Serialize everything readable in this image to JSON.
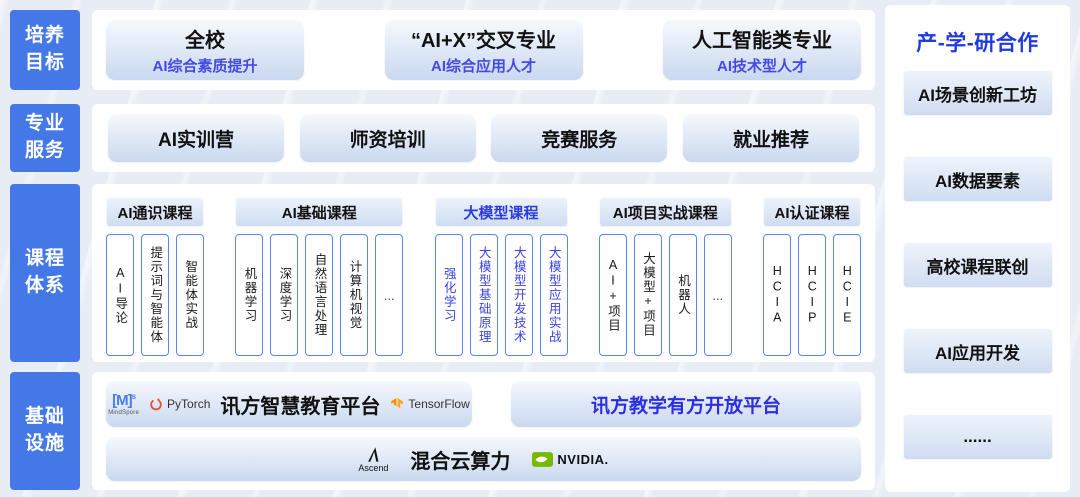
{
  "sidebar": {
    "sections": [
      {
        "label": "培养\n目标"
      },
      {
        "label": "专业\n服务"
      },
      {
        "label": "课程\n体系"
      },
      {
        "label": "基础\n设施"
      }
    ]
  },
  "goals": {
    "items": [
      {
        "title": "全校",
        "subtitle": "AI综合素质提升"
      },
      {
        "title": "“AI+X”交叉专业",
        "subtitle": "AI综合应用人才"
      },
      {
        "title": "人工智能类专业",
        "subtitle": "AI技术型人才"
      }
    ]
  },
  "services": {
    "items": [
      {
        "label": "AI实训营"
      },
      {
        "label": "师资培训"
      },
      {
        "label": "竞赛服务"
      },
      {
        "label": "就业推荐"
      }
    ]
  },
  "curriculum": {
    "groups": [
      {
        "header": "AI通识课程",
        "highlight": false,
        "courses": [
          "AI导论",
          "提示词与智能体",
          "智能体实战"
        ]
      },
      {
        "header": "AI基础课程",
        "highlight": false,
        "courses": [
          "机器学习",
          "深度学习",
          "自然语言处理",
          "计算机视觉",
          "..."
        ]
      },
      {
        "header": "大模型课程",
        "highlight": true,
        "courses": [
          "强化学习",
          "大模型基础原理",
          "大模型开发技术",
          "大模型应用实战"
        ]
      },
      {
        "header": "AI项目实战课程",
        "highlight": false,
        "courses": [
          "AI+项目",
          "大模型+项目",
          "机器人",
          "..."
        ]
      },
      {
        "header": "AI认证课程",
        "highlight": false,
        "courses": [
          "HCIA",
          "HCIP",
          "HCIE"
        ]
      }
    ]
  },
  "infrastructure": {
    "smart_platform": {
      "label": "讯方智慧教育平台",
      "mindspore": {
        "mark": "[M]",
        "sup": "s",
        "label": "MindSpore"
      },
      "pytorch": {
        "label": "PyTorch"
      },
      "tensorflow": {
        "label": "TensorFlow"
      }
    },
    "open_platform": {
      "label": "讯方教学有方开放平台"
    },
    "compute": {
      "label": "混合云算力",
      "ascend": {
        "label": "Ascend"
      },
      "nvidia": {
        "label": "NVIDIA."
      }
    }
  },
  "cooperation": {
    "title": "产-学-研合作",
    "items": [
      {
        "label": "AI场景创新工坊"
      },
      {
        "label": "AI数据要素"
      },
      {
        "label": "高校课程联创"
      },
      {
        "label": "AI应用开发"
      },
      {
        "label": "......"
      }
    ]
  },
  "colors": {
    "sidebar_blue": "#4478e6",
    "accent_blue": "#3a43e2",
    "deep_blue": "#2c2fe0",
    "column_border_blue": "#5b87ee",
    "pytorch_orange": "#ee4c2c",
    "tensorflow_orange": "#ff8f00",
    "nvidia_green": "#76b900"
  }
}
